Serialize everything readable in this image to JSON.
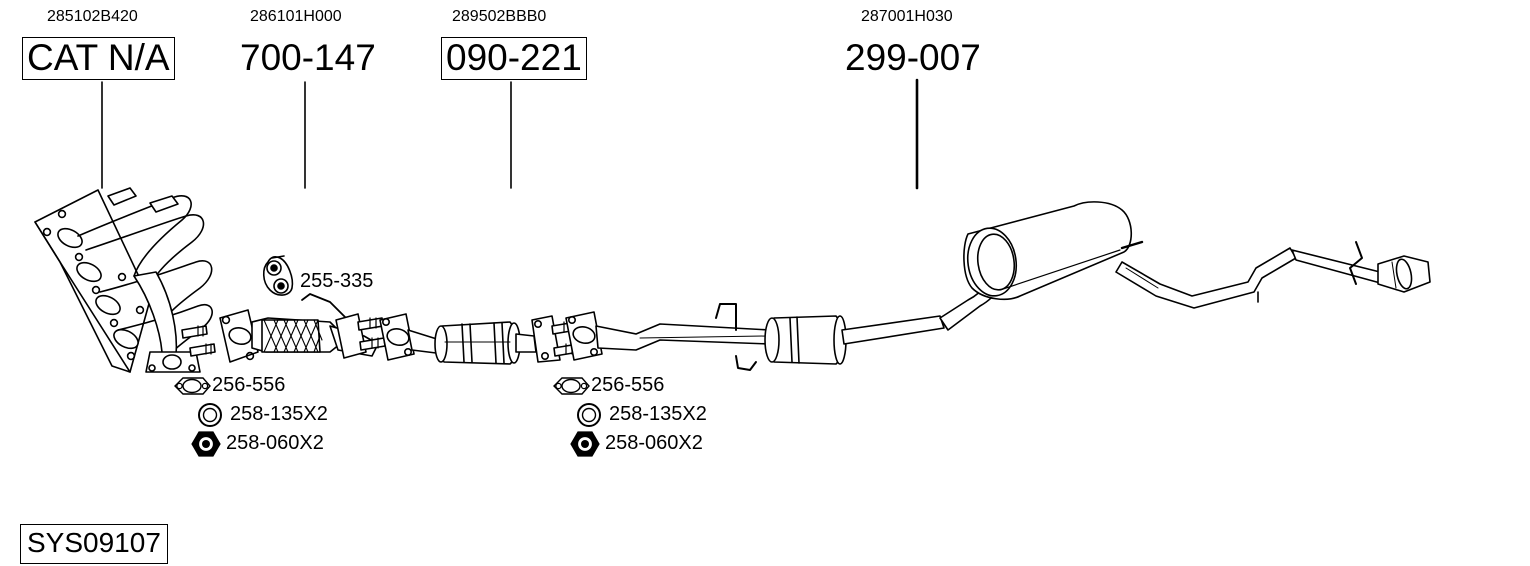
{
  "diagram": {
    "system_code": "SYS09107",
    "callouts": [
      {
        "part_number": "285102B420",
        "ref": "CAT N/A",
        "boxed": true,
        "component": "exhaust-manifold"
      },
      {
        "part_number": "286101H000",
        "ref": "700-147",
        "boxed": false,
        "component": "flex-front-pipe"
      },
      {
        "part_number": "289502BBB0",
        "ref": "090-221",
        "boxed": true,
        "component": "catalytic-converter"
      },
      {
        "part_number": "287001H030",
        "ref": "299-007",
        "boxed": false,
        "component": "rear-muffler-assembly"
      }
    ],
    "bracket_callout": {
      "ref": "255-335",
      "icon": "bracket-hanger-icon"
    },
    "hardware_left": [
      {
        "ref": "256-556",
        "icon": "oval-flange-gasket-icon"
      },
      {
        "ref": "258-135X2",
        "icon": "ring-washer-icon"
      },
      {
        "ref": "258-060X2",
        "icon": "hex-nut-icon"
      }
    ],
    "hardware_right": [
      {
        "ref": "256-556",
        "icon": "oval-flange-gasket-icon"
      },
      {
        "ref": "258-135X2",
        "icon": "ring-washer-icon"
      },
      {
        "ref": "258-060X2",
        "icon": "hex-nut-icon"
      }
    ],
    "colors": {
      "line": "#000000",
      "background": "#ffffff"
    }
  }
}
